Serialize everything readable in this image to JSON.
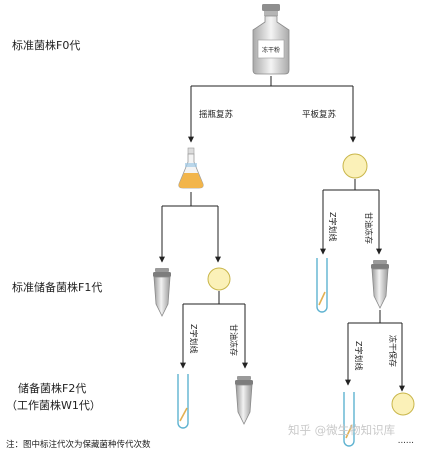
{
  "levels": {
    "f0": "标准菌株F0代",
    "f1": "标准储备菌株F1代",
    "f2_line1": "储备菌株F2代",
    "f2_line2": "（工作菌株W1代）"
  },
  "vial_label": "冻干粉",
  "edges": {
    "flask_revive": "摇瓶复苏",
    "plate_revive": "平板复苏",
    "z_streak": "Z字划线",
    "frozen_preserve": "甘油冻存",
    "lyo_preserve": "冻干保存"
  },
  "ellipsis": "......",
  "note": "注：图中标注代次为保藏菌种传代次数",
  "watermark": "知乎 @微生物知识库",
  "colors": {
    "broth": "#f2b54b",
    "plate": "#fbf1b8",
    "plate_ring": "#c9b64a",
    "slant_tube": "#5fb3d1",
    "slant_streak": "#e2b052"
  }
}
